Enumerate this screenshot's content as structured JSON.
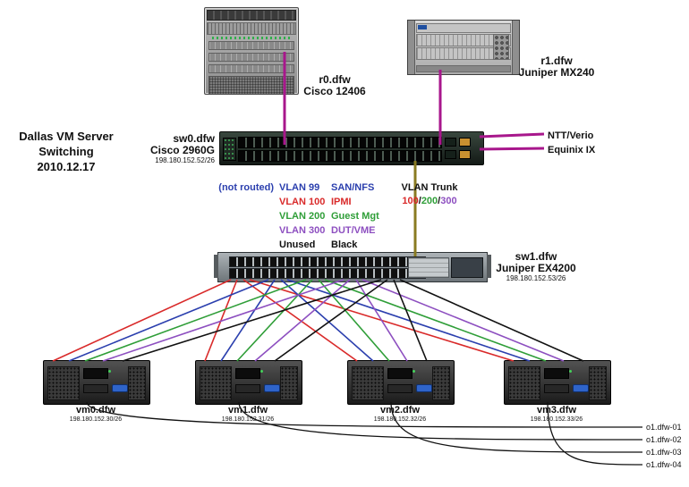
{
  "title": {
    "lines": [
      "Dallas VM Server",
      "Switching",
      "2010.12.17"
    ]
  },
  "devices": {
    "r0": {
      "name": "r0.dfw",
      "model": "Cisco 12406"
    },
    "r1": {
      "name": "r1.dfw",
      "model": "Juniper MX240"
    },
    "sw0": {
      "name": "sw0.dfw",
      "model": "Cisco 2960G",
      "ip": "198.180.152.52/26"
    },
    "sw1": {
      "name": "sw1.dfw",
      "model": "Juniper EX4200",
      "ip": "198.180.152.53/26"
    },
    "servers": [
      {
        "name": "vm0.dfw",
        "ip": "198.180.152.30/26"
      },
      {
        "name": "vm1.dfw",
        "ip": "198.180.152.31/26"
      },
      {
        "name": "vm2.dfw",
        "ip": "198.180.152.32/26"
      },
      {
        "name": "vm3.dfw",
        "ip": "198.180.152.33/26"
      }
    ]
  },
  "uplinks": {
    "ntt": "NTT/Verio",
    "equinix": "Equinix IX"
  },
  "legend": {
    "rows": [
      {
        "prefix": "(not routed)",
        "vlan": "VLAN 99",
        "use": "SAN/NFS",
        "color": "#2b3fae"
      },
      {
        "prefix": "",
        "vlan": "VLAN 100",
        "use": "IPMI",
        "color": "#d92a2a"
      },
      {
        "prefix": "",
        "vlan": "VLAN 200",
        "use": "Guest Mgt",
        "color": "#2f9e38"
      },
      {
        "prefix": "",
        "vlan": "VLAN 300",
        "use": "DUT/VME",
        "color": "#8d4fc0"
      },
      {
        "prefix": "",
        "vlan": "Unused",
        "use": "Black",
        "color": "#111111"
      }
    ]
  },
  "trunk": {
    "label": "VLAN Trunk",
    "parts": [
      {
        "text": "100",
        "color": "#d92a2a"
      },
      {
        "text": "/",
        "color": "#111111"
      },
      {
        "text": "200",
        "color": "#2f9e38"
      },
      {
        "text": "/",
        "color": "#111111"
      },
      {
        "text": "300",
        "color": "#8d4fc0"
      }
    ]
  },
  "consoles": [
    "o1.dfw-01",
    "o1.dfw-02",
    "o1.dfw-03",
    "o1.dfw-04"
  ],
  "colors": {
    "uplink": "#a8178c",
    "trunk": "#8a7b22",
    "vlan99": "#2b3fae",
    "vlan100": "#d92a2a",
    "vlan200": "#2f9e38",
    "vlan300": "#8d4fc0",
    "unused": "#111111"
  }
}
